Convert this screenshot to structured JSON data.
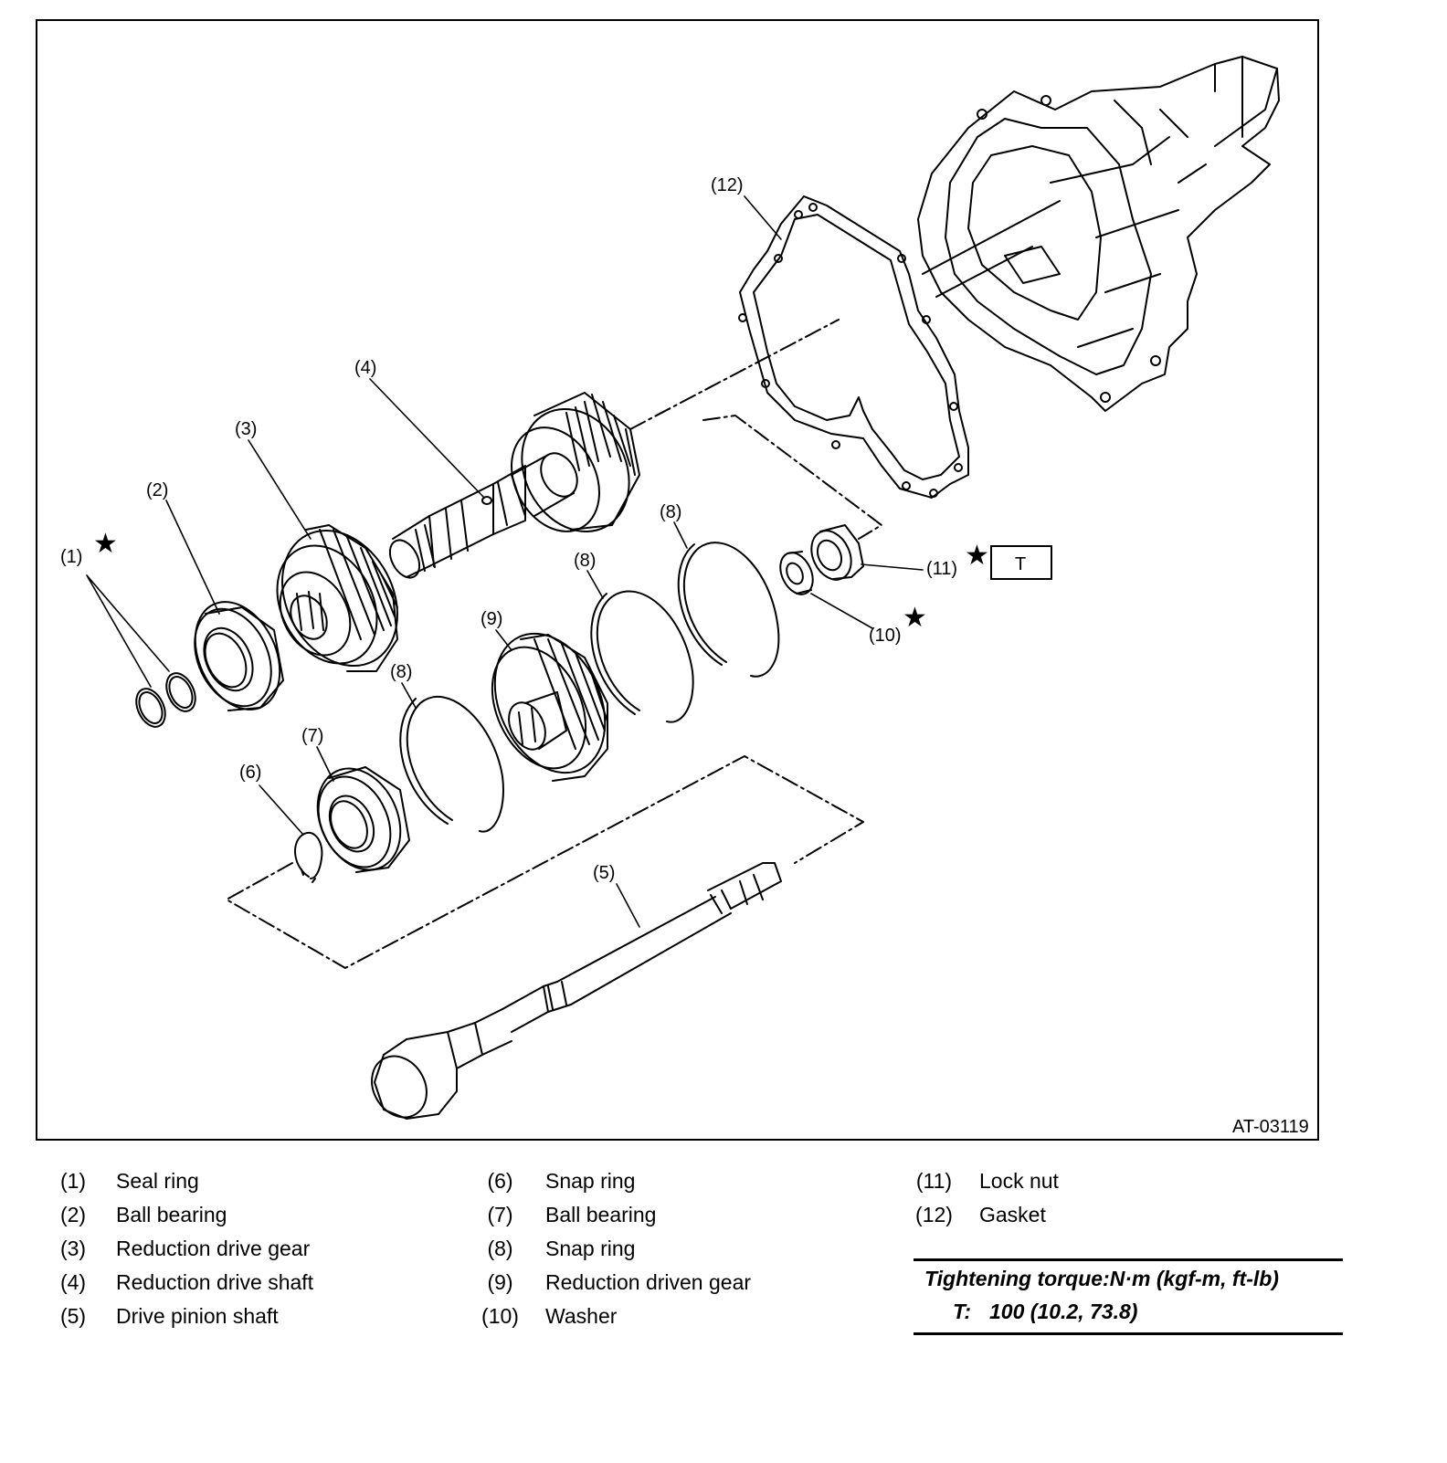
{
  "figure_id": "AT-03119",
  "callouts": {
    "c1": "(1)",
    "c2": "(2)",
    "c3": "(3)",
    "c4": "(4)",
    "c5": "(5)",
    "c6": "(6)",
    "c7": "(7)",
    "c8": "(8)",
    "c9": "(9)",
    "c10": "(10)",
    "c11": "(11)",
    "c12": "(12)"
  },
  "torque_box_label": "T",
  "star_symbol": "★",
  "legend": [
    {
      "num": "(1)",
      "name": "Seal ring"
    },
    {
      "num": "(2)",
      "name": "Ball bearing"
    },
    {
      "num": "(3)",
      "name": "Reduction drive gear"
    },
    {
      "num": "(4)",
      "name": "Reduction drive shaft"
    },
    {
      "num": "(5)",
      "name": "Drive pinion shaft"
    },
    {
      "num": "(6)",
      "name": "Snap ring"
    },
    {
      "num": "(7)",
      "name": "Ball bearing"
    },
    {
      "num": "(8)",
      "name": "Snap ring"
    },
    {
      "num": "(9)",
      "name": "Reduction driven gear"
    },
    {
      "num": "(10)",
      "name": "Washer"
    },
    {
      "num": "(11)",
      "name": "Lock nut"
    },
    {
      "num": "(12)",
      "name": "Gasket"
    }
  ],
  "torque": {
    "heading": "Tightening torque:N·m (kgf-m, ft-lb)",
    "label": "T:",
    "value": "100 (10.2, 73.8)"
  }
}
